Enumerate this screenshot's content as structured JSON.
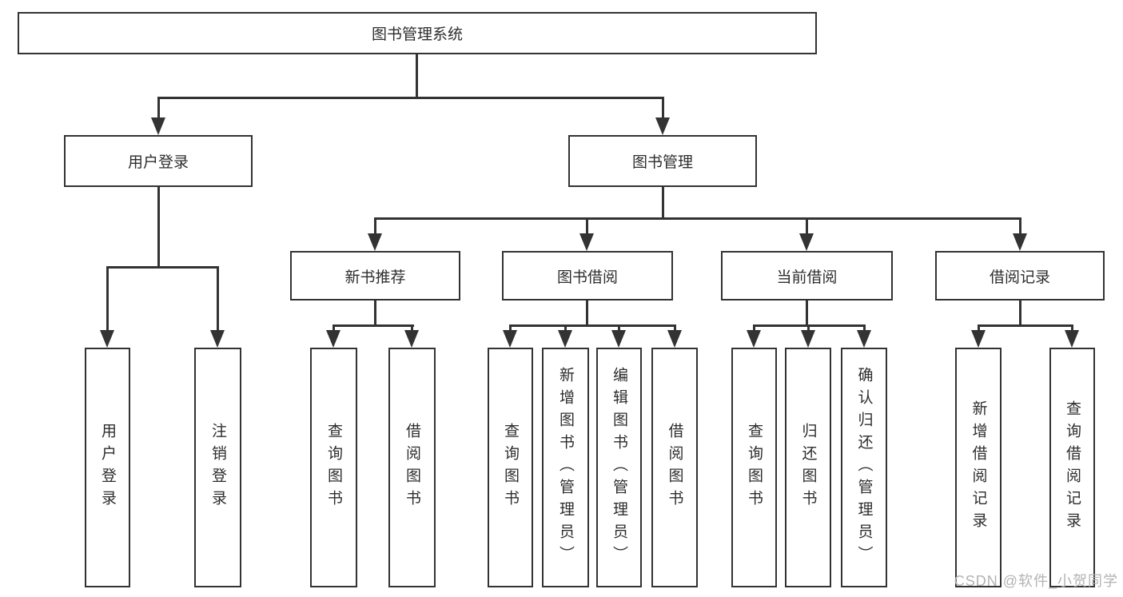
{
  "tree": {
    "root": {
      "label": "图书管理系统",
      "children": [
        {
          "label": "用户登录",
          "children": [
            {
              "label": "用户登录"
            },
            {
              "label": "注销登录"
            }
          ]
        },
        {
          "label": "图书管理",
          "children": [
            {
              "label": "新书推荐",
              "children": [
                {
                  "label": "查询图书"
                },
                {
                  "label": "借阅图书"
                }
              ]
            },
            {
              "label": "图书借阅",
              "children": [
                {
                  "label": "查询图书"
                },
                {
                  "label": "新增图书（管理员）"
                },
                {
                  "label": "编辑图书（管理员）"
                },
                {
                  "label": "借阅图书"
                }
              ]
            },
            {
              "label": "当前借阅",
              "children": [
                {
                  "label": "查询图书"
                },
                {
                  "label": "归还图书"
                },
                {
                  "label": "确认归还（管理员）"
                }
              ]
            },
            {
              "label": "借阅记录",
              "children": [
                {
                  "label": "新增借阅记录"
                },
                {
                  "label": "查询借阅记录"
                }
              ]
            }
          ]
        }
      ]
    }
  },
  "watermark": {
    "text": "CSDN @软件_小贺同学"
  },
  "colors": {
    "line": "#333333",
    "text": "#2d2d2d",
    "watermark": "#b3b3b3",
    "background": "#ffffff"
  }
}
